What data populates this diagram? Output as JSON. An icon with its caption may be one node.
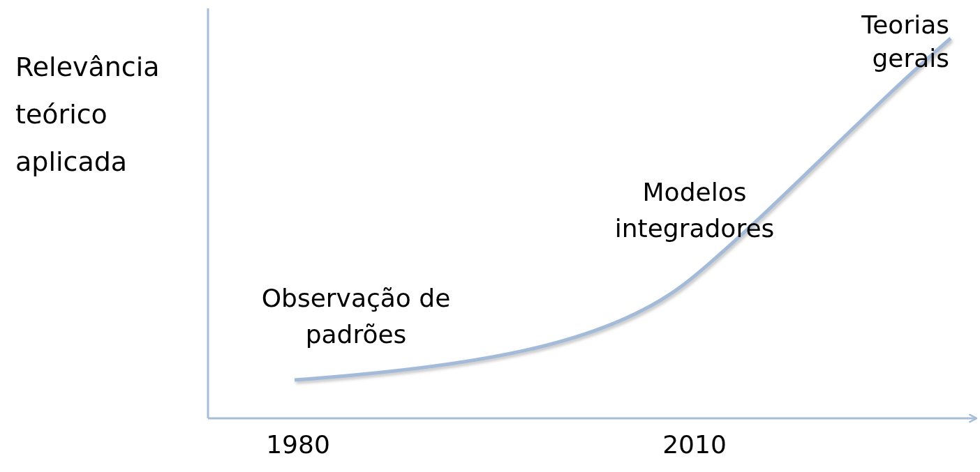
{
  "diagram": {
    "labels": [
      "Teorias gerais",
      "Relevância teórico aplicada",
      "Modelos integradores",
      "Observação de padrões",
      "1980",
      "2010"
    ]
  }
}
